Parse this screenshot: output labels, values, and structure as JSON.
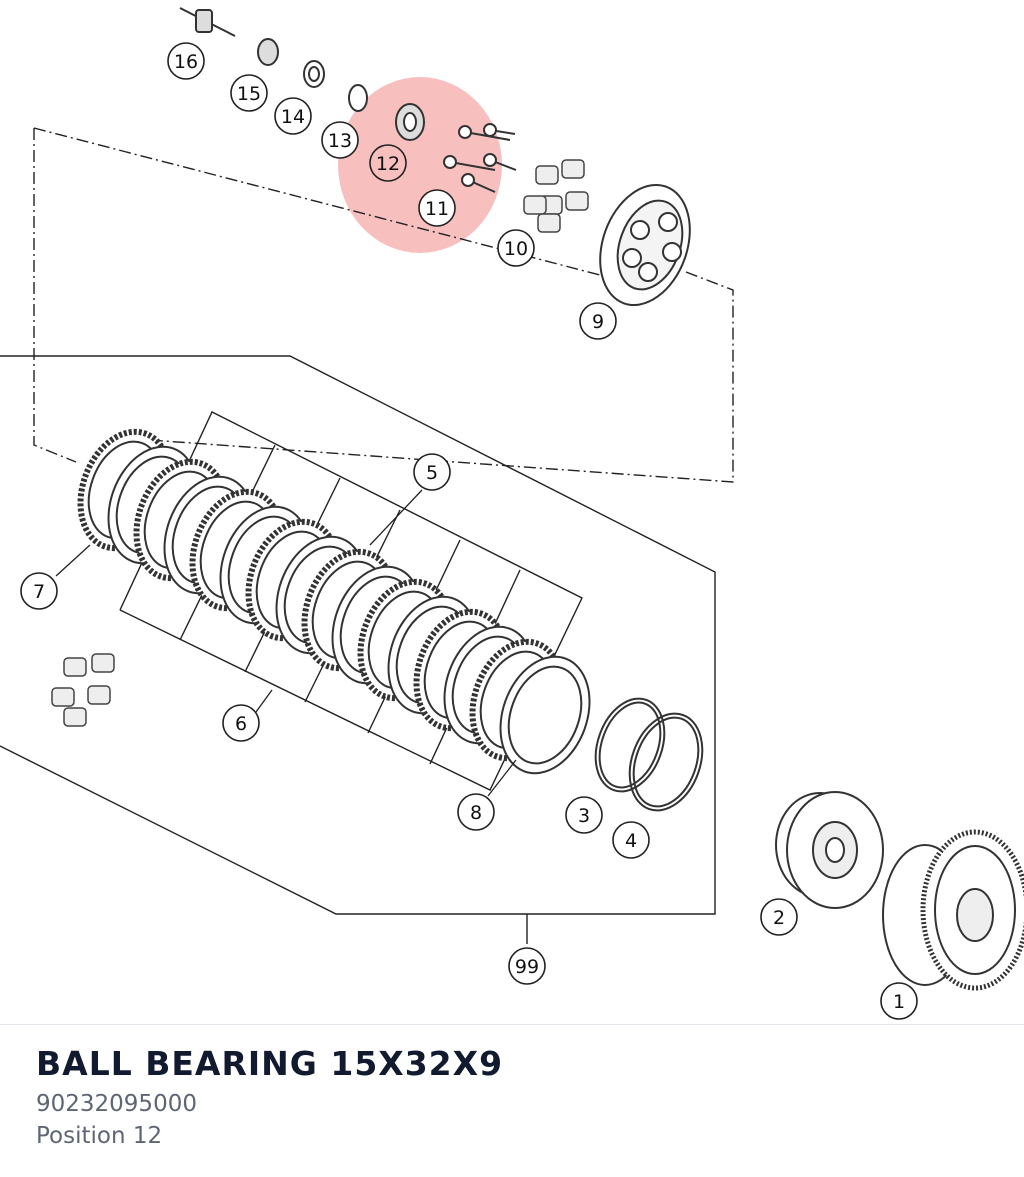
{
  "diagram": {
    "highlight_color": "#f28b8b",
    "callouts": [
      {
        "label": "16"
      },
      {
        "label": "15"
      },
      {
        "label": "14"
      },
      {
        "label": "13"
      },
      {
        "label": "12"
      },
      {
        "label": "11"
      },
      {
        "label": "10"
      },
      {
        "label": "9"
      },
      {
        "label": "5"
      },
      {
        "label": "7"
      },
      {
        "label": "6"
      },
      {
        "label": "8"
      },
      {
        "label": "3"
      },
      {
        "label": "4"
      },
      {
        "label": "2"
      },
      {
        "label": "1"
      },
      {
        "label": "99"
      }
    ],
    "highlighted_callout": "12"
  },
  "part": {
    "name": "BALL BEARING 15X32X9",
    "number": "90232095000",
    "position": "Position 12"
  }
}
